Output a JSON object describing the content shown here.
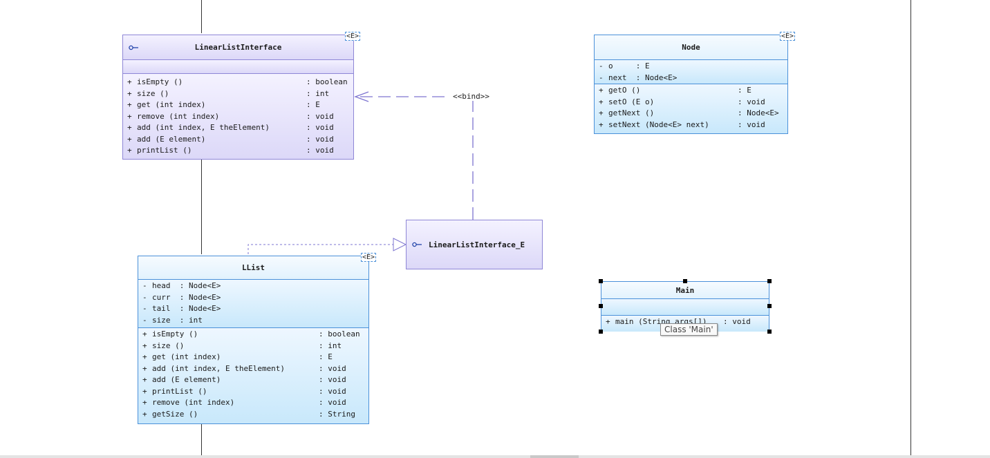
{
  "classes": {
    "linear_list_interface": {
      "name": "LinearListInterface",
      "type_param": "<E>",
      "attributes": [],
      "methods": [
        {
          "vis": "+",
          "name": "isEmpty ()",
          "type": ": boolean"
        },
        {
          "vis": "+",
          "name": "size ()",
          "type": ": int"
        },
        {
          "vis": "+",
          "name": "get (int index)",
          "type": ": E"
        },
        {
          "vis": "+",
          "name": "remove (int index)",
          "type": ": void"
        },
        {
          "vis": "+",
          "name": "add (int index, E theElement)",
          "type": ": void"
        },
        {
          "vis": "+",
          "name": "add (E element)",
          "type": ": void"
        },
        {
          "vis": "+",
          "name": "printList ()",
          "type": ": void"
        }
      ]
    },
    "node": {
      "name": "Node",
      "type_param": "<E>",
      "attributes": [
        {
          "vis": "-",
          "name": "o     : E",
          "type": ""
        },
        {
          "vis": "-",
          "name": "next  : Node<E>",
          "type": ""
        }
      ],
      "methods": [
        {
          "vis": "+",
          "name": "getO ()",
          "type": ": E"
        },
        {
          "vis": "+",
          "name": "setO (E o)",
          "type": ": void"
        },
        {
          "vis": "+",
          "name": "getNext ()",
          "type": ": Node<E>"
        },
        {
          "vis": "+",
          "name": "setNext (Node<E> next)",
          "type": ": void"
        }
      ]
    },
    "bound_interface": {
      "name": "LinearListInterface_E"
    },
    "llist": {
      "name": "LList",
      "type_param": "<E>",
      "attributes": [
        {
          "vis": "-",
          "name": "head  : Node<E>",
          "type": ""
        },
        {
          "vis": "-",
          "name": "curr  : Node<E>",
          "type": ""
        },
        {
          "vis": "-",
          "name": "tail  : Node<E>",
          "type": ""
        },
        {
          "vis": "-",
          "name": "size  : int",
          "type": ""
        }
      ],
      "methods": [
        {
          "vis": "+",
          "name": "isEmpty ()",
          "type": ": boolean"
        },
        {
          "vis": "+",
          "name": "size ()",
          "type": ": int"
        },
        {
          "vis": "+",
          "name": "get (int index)",
          "type": ": E"
        },
        {
          "vis": "+",
          "name": "add (int index, E theElement)",
          "type": ": void"
        },
        {
          "vis": "+",
          "name": "add (E element)",
          "type": ": void"
        },
        {
          "vis": "+",
          "name": "printList ()",
          "type": ": void"
        },
        {
          "vis": "+",
          "name": "remove (int index)",
          "type": ": void"
        },
        {
          "vis": "+",
          "name": "getSize ()",
          "type": ": String"
        }
      ]
    },
    "main": {
      "name": "Main",
      "attributes": [],
      "methods": [
        {
          "vis": "+",
          "name": "main (String args[])",
          "type": ": void"
        }
      ]
    }
  },
  "relations": {
    "bind_label": "<<bind>>"
  },
  "tooltip": {
    "text": "Class 'Main'"
  },
  "colors": {
    "class_border": "#4a90d9",
    "interface_border": "#8e86d6",
    "class_fill": "#c8e8fb",
    "interface_fill": "#dcd8f8",
    "selection_handle": "#000000"
  }
}
